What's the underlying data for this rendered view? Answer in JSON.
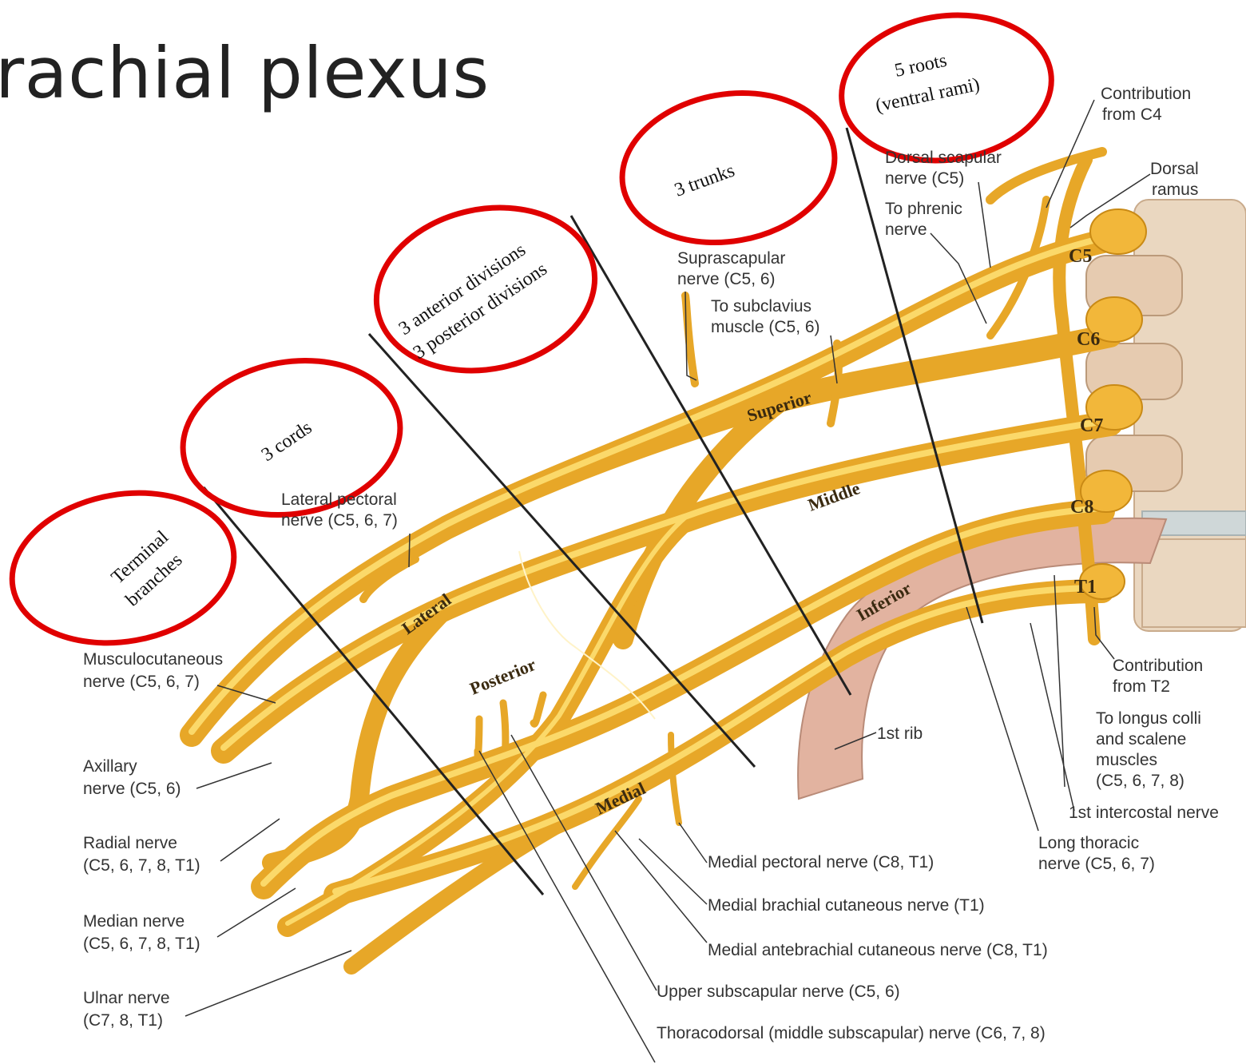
{
  "page": {
    "title": "rachial plexus"
  },
  "circles": {
    "roots": [
      "5 roots",
      "(ventral rami)"
    ],
    "trunks": "3 trunks",
    "divisions": [
      "3 anterior divisions",
      "3 posterior divisions"
    ],
    "cords": "3 cords",
    "terminal": [
      "Terminal",
      "branches"
    ]
  },
  "roots": [
    "C5",
    "C6",
    "C7",
    "C8",
    "T1"
  ],
  "trunks": [
    "Superior",
    "Middle",
    "Inferior"
  ],
  "cords": [
    "Lateral",
    "Posterior",
    "Medial"
  ],
  "labels": {
    "contribution_c4": [
      "Contribution",
      "from C4"
    ],
    "dorsal_ramus": [
      "Dorsal",
      "ramus"
    ],
    "dorsal_scapular": [
      "Dorsal scapular",
      "nerve (C5)"
    ],
    "to_phrenic": [
      "To phrenic",
      "nerve"
    ],
    "suprascapular": [
      "Suprascapular",
      "nerve (C5, 6)"
    ],
    "subclavius": [
      "To subclavius",
      "muscle (C5, 6)"
    ],
    "lateral_pectoral": [
      "Lateral pectoral",
      "nerve (C5, 6, 7)"
    ],
    "musculocutaneous": [
      "Musculocutaneous",
      "nerve (C5, 6, 7)"
    ],
    "axillary": [
      "Axillary",
      "nerve (C5, 6)"
    ],
    "radial": [
      "Radial nerve",
      "(C5, 6, 7, 8, T1)"
    ],
    "median": [
      "Median nerve",
      "(C5, 6, 7, 8, T1)"
    ],
    "ulnar": [
      "Ulnar nerve",
      "(C7, 8, T1)"
    ],
    "first_rib": "1st rib",
    "contribution_t2": [
      "Contribution",
      "from T2"
    ],
    "longus_colli": [
      "To longus colli",
      "and scalene",
      "muscles",
      "(C5, 6, 7, 8)"
    ],
    "first_intercostal": "1st intercostal nerve",
    "long_thoracic": [
      "Long thoracic",
      "nerve (C5, 6, 7)"
    ],
    "medial_pectoral": "Medial pectoral nerve (C8, T1)",
    "medial_brachial": "Medial brachial cutaneous nerve (T1)",
    "medial_antebrachial": "Medial antebrachial cutaneous nerve (C8, T1)",
    "upper_subscapular": "Upper subscapular nerve (C5, 6)",
    "thoracodorsal": "Thoracodorsal (middle subscapular) nerve (C6, 7, 8)"
  },
  "colors": {
    "nerve": "#e7a728",
    "nerve_highlight": "#fbd96a",
    "annotation_ring": "#e00000",
    "rib": "#e2b3a0",
    "vertebra": "#ead7c0"
  }
}
